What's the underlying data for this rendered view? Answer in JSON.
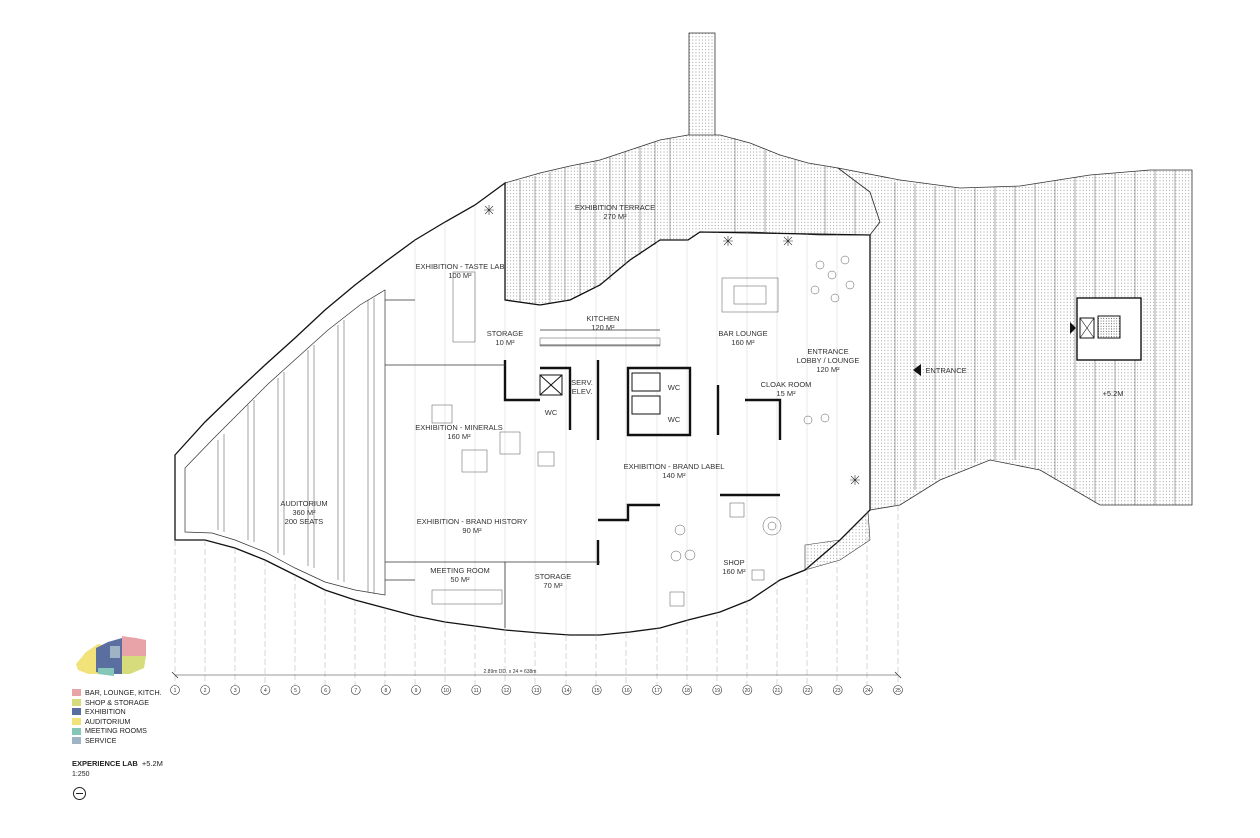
{
  "title": "EXPERIENCE LAB",
  "level": "+5.2M",
  "scale": "1:250",
  "entrance_label": "ENTRANCE",
  "roof_level": "+5.2M",
  "dimension_note": "2.89m DD. x 24 = 638m",
  "rooms": [
    {
      "id": "terrace",
      "name": "EXHIBITION TERRACE",
      "area": "270 M²"
    },
    {
      "id": "tastelab",
      "name": "EXHIBITION - TASTE LAB",
      "area": "100 M²"
    },
    {
      "id": "kitchen",
      "name": "KITCHEN",
      "area": "120 M²"
    },
    {
      "id": "storage-small",
      "name": "STORAGE",
      "area": "10 M²"
    },
    {
      "id": "barlounge",
      "name": "BAR LOUNGE",
      "area": "160 M²"
    },
    {
      "id": "lobby",
      "name": "ENTRANCE LOBBY / LOUNGE",
      "area": "120 M²"
    },
    {
      "id": "cloak",
      "name": "CLOAK ROOM",
      "area": "15 M²"
    },
    {
      "id": "minerals",
      "name": "EXHIBITION - MINERALS",
      "area": "160 M²"
    },
    {
      "id": "brandlabel",
      "name": "EXHIBITION - BRAND LABEL",
      "area": "140 M²"
    },
    {
      "id": "auditorium",
      "name": "AUDITORIUM",
      "area": "360 M²",
      "extra": "200 SEATS"
    },
    {
      "id": "brandhistory",
      "name": "EXHIBITION - BRAND HISTORY",
      "area": "90 M²"
    },
    {
      "id": "meeting",
      "name": "MEETING ROOM",
      "area": "50 M²"
    },
    {
      "id": "storage-large",
      "name": "STORAGE",
      "area": "70 M²"
    },
    {
      "id": "shop",
      "name": "SHOP",
      "area": "160 M²"
    }
  ],
  "small_labels": {
    "serv_elev_1": "SERV.",
    "serv_elev_2": "ELEV.",
    "wc": "WC"
  },
  "gridlines": [
    "1",
    "2",
    "3",
    "4",
    "5",
    "6",
    "7",
    "8",
    "9",
    "10",
    "11",
    "12",
    "13",
    "14",
    "15",
    "16",
    "17",
    "18",
    "19",
    "20",
    "21",
    "22",
    "23",
    "24",
    "25"
  ],
  "legend": [
    {
      "label": "BAR, LOUNGE, KITCH.",
      "color": "#e8a3a8"
    },
    {
      "label": "SHOP & STORAGE",
      "color": "#d6dc7c"
    },
    {
      "label": "EXHIBITION",
      "color": "#5a6fa0"
    },
    {
      "label": "AUDITORIUM",
      "color": "#f1e27a"
    },
    {
      "label": "MEETING ROOMS",
      "color": "#86c6b8"
    },
    {
      "label": "SERVICE",
      "color": "#9fb3c4"
    }
  ]
}
